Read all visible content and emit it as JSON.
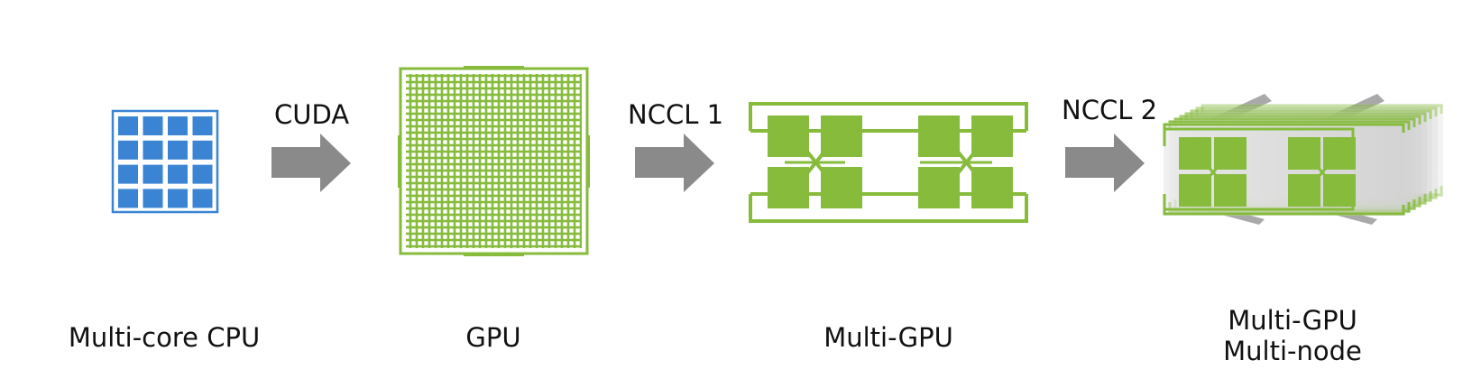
{
  "stages": [
    {
      "label": "Multi-core CPU"
    },
    {
      "label": "GPU"
    },
    {
      "label": "Multi-GPU"
    },
    {
      "label_line1": "Multi-GPU",
      "label_line2": "Multi-node"
    }
  ],
  "transitions": [
    {
      "label": "CUDA"
    },
    {
      "label": "NCCL 1"
    },
    {
      "label": "NCCL 2"
    }
  ],
  "colors": {
    "cpu_blue": "#3a84d3",
    "gpu_green": "#86bb3c",
    "arrow_gray": "#8a8a8a",
    "text": "#111111"
  }
}
